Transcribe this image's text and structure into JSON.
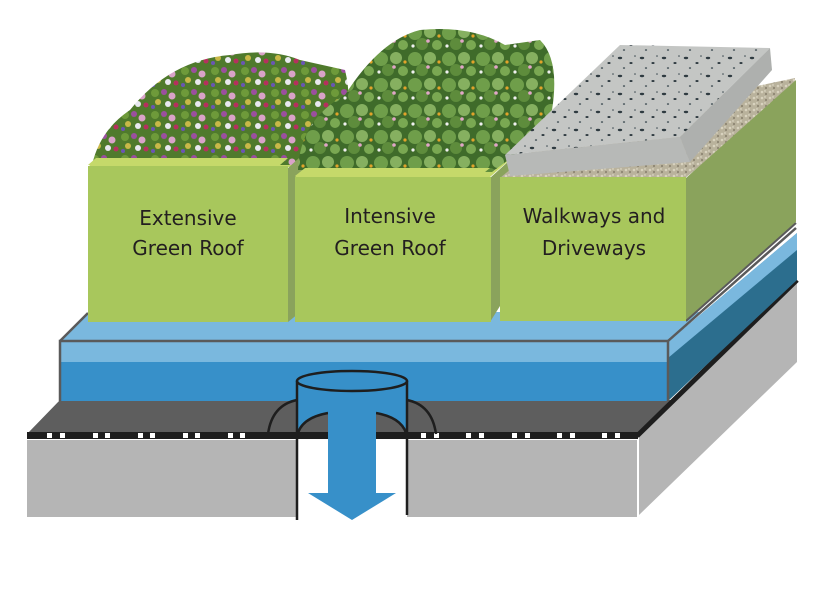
{
  "diagram": {
    "title": "Green roof and pavement drainage cross-section",
    "colors": {
      "box_front": "#a8c75c",
      "box_side": "#8aa35c",
      "box_top_rim": "#c5d96a",
      "water_light": "#7ab8de",
      "water_dark": "#3790c9",
      "water_side": "#2c6e8e",
      "membrane": "#5e5e5e",
      "membrane_edge": "#1e1e1e",
      "slab": "#b5b5b5",
      "outline": "#5a5a5a",
      "concrete": "#c4c6c4",
      "gravel": "#b8b09a"
    },
    "boxes": [
      {
        "id": "extensive",
        "line1": "Extensive",
        "line2": "Green Roof",
        "surface": "flowering-plants"
      },
      {
        "id": "intensive",
        "line1": "Intensive",
        "line2": "Green Roof",
        "surface": "shrubs"
      },
      {
        "id": "walkways",
        "line1": "Walkways and",
        "line2": "Driveways",
        "surface": "concrete-slab"
      }
    ],
    "layers": [
      "storage-water-layer",
      "waterproof-membrane",
      "structural-slab"
    ],
    "drain": {
      "icon": "drain-pipe-icon",
      "arrow": "arrow-down-icon"
    }
  }
}
